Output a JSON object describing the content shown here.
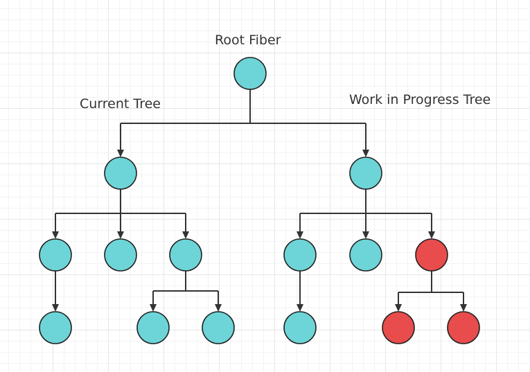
{
  "labels": {
    "root": "Root Fiber",
    "current_tree": "Current Tree",
    "wip_tree": "Work in Progress Tree"
  },
  "colors": {
    "normal_node": "#6dd5d8",
    "changed_node": "#e84c4c",
    "edge": "#333333"
  },
  "nodes": [
    {
      "id": "root",
      "type": "normal"
    },
    {
      "id": "current-root",
      "type": "normal"
    },
    {
      "id": "current-child-1",
      "type": "normal"
    },
    {
      "id": "current-child-2",
      "type": "normal"
    },
    {
      "id": "current-child-3",
      "type": "normal"
    },
    {
      "id": "current-grandchild-1",
      "type": "normal"
    },
    {
      "id": "current-grandchild-2",
      "type": "normal"
    },
    {
      "id": "current-grandchild-3",
      "type": "normal"
    },
    {
      "id": "wip-root",
      "type": "normal"
    },
    {
      "id": "wip-child-1",
      "type": "normal"
    },
    {
      "id": "wip-child-2",
      "type": "normal"
    },
    {
      "id": "wip-child-3",
      "type": "changed"
    },
    {
      "id": "wip-grandchild-1",
      "type": "normal"
    },
    {
      "id": "wip-grandchild-2",
      "type": "changed"
    },
    {
      "id": "wip-grandchild-3",
      "type": "changed"
    }
  ]
}
